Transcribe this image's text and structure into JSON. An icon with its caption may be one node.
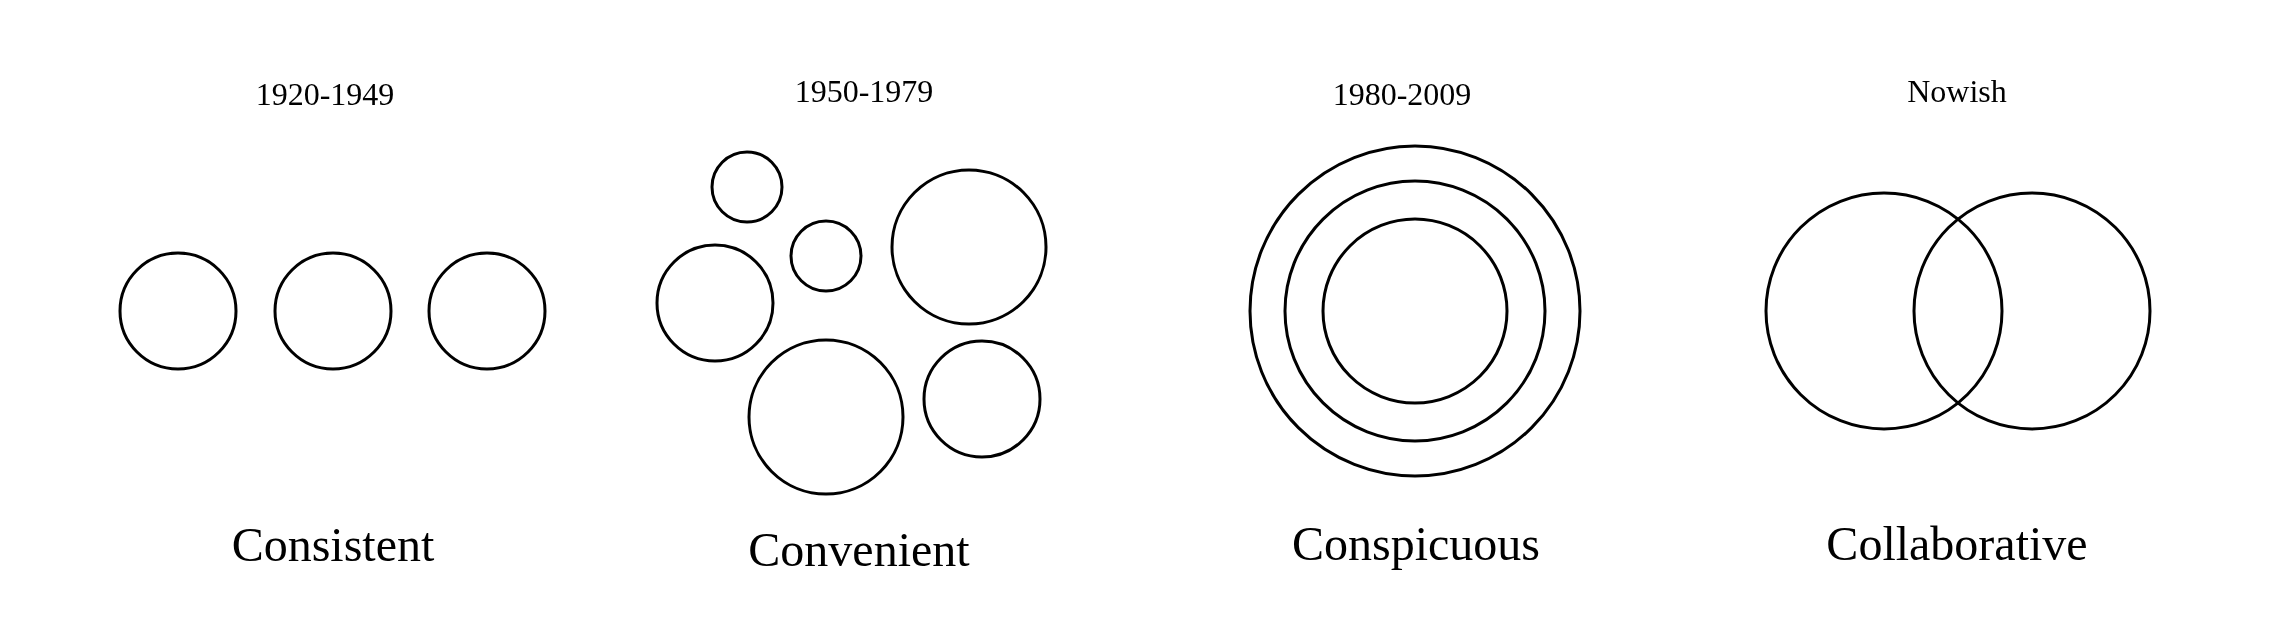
{
  "diagram": {
    "labels": [
      "1920-1949",
      "1950-1979",
      "1980-2009",
      "Nowish",
      "Consistent",
      "Convenient",
      "Conspicuous",
      "Collaborative"
    ]
  }
}
